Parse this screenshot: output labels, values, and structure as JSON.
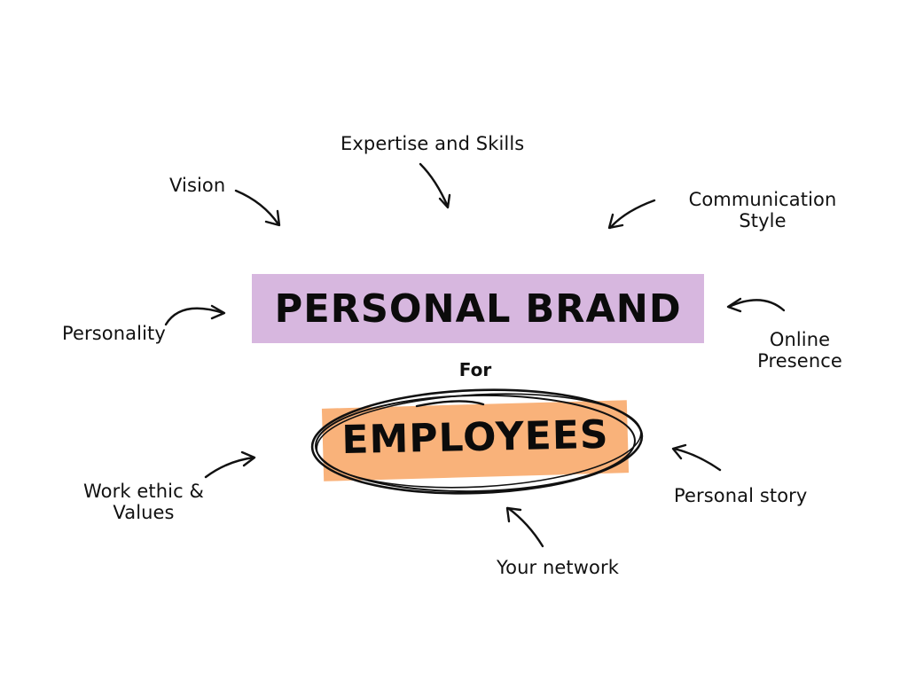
{
  "center": {
    "title": "PERSONAL BRAND",
    "connector": "For",
    "subtitle": "EMPLOYEES"
  },
  "labels": {
    "expertise": "Expertise and Skills",
    "vision": "Vision",
    "communication_line1": "Communication",
    "communication_line2": "Style",
    "personality": "Personality",
    "online_line1": "Online",
    "online_line2": "Presence",
    "work_ethic_line1": "Work ethic &",
    "work_ethic_line2": "Values",
    "personal_story": "Personal story",
    "your_network": "Your network"
  },
  "colors": {
    "brand_box": "#d7b7df",
    "employees_box": "#f9b27a",
    "ink": "#111111"
  }
}
